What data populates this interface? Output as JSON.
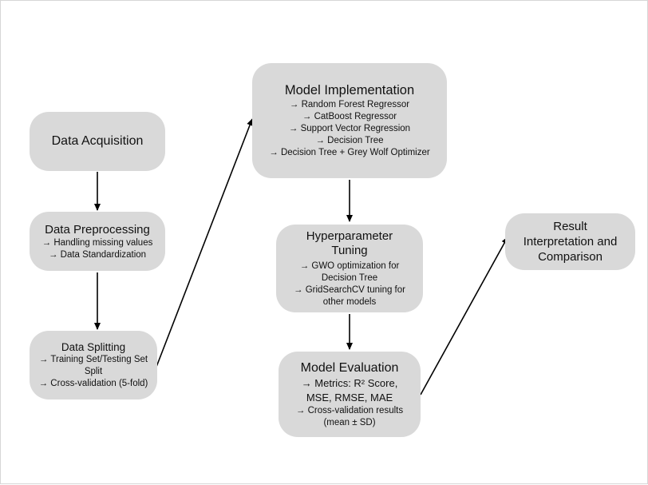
{
  "nodes": {
    "acquisition": {
      "title": "Data Acquisition"
    },
    "preprocessing": {
      "title": "Data Preprocessing",
      "lines": [
        "→ Handling missing values",
        "→ Data Standardization"
      ]
    },
    "splitting": {
      "title": "Data Splitting",
      "lines": [
        "→ Training Set/Testing Set",
        "Split",
        "→ Cross-validation (5-fold)"
      ]
    },
    "implementation": {
      "title": "Model Implementation",
      "lines": [
        "→ Random Forest Regressor",
        "→ CatBoost Regressor",
        "→ Support Vector Regression",
        "→ Decision Tree",
        "→ Decision Tree + Grey Wolf Optimizer"
      ]
    },
    "tuning": {
      "title_lines": [
        "Hyperparameter",
        "Tuning"
      ],
      "lines": [
        "→ GWO optimization for",
        "Decision Tree",
        "→ GridSearchCV tuning for",
        "other models"
      ]
    },
    "evaluation": {
      "title": "Model Evaluation",
      "lines": [
        "→ Metrics: R² Score,",
        "MSE, RMSE, MAE",
        "→ Cross-validation results",
        "(mean ± SD)"
      ]
    },
    "result": {
      "title_lines": [
        "Result",
        "Interpretation and",
        "Comparison"
      ]
    }
  }
}
